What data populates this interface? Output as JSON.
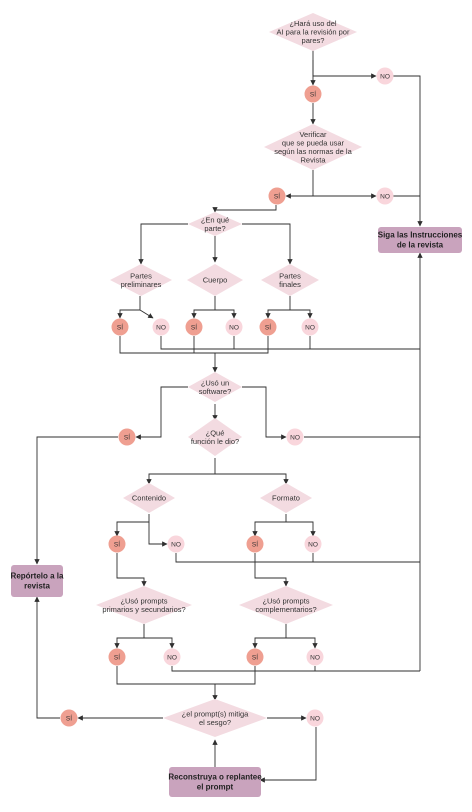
{
  "colors": {
    "diamond": "#f3dbe1",
    "yes_circle": "#ef9f91",
    "no_circle": "#f9d6dc",
    "box": "#c9a3bd",
    "line": "#2f2f2f"
  },
  "diamonds": {
    "q1": [
      "¿Hará uso del",
      "AI para la revisión por",
      "pares?"
    ],
    "q2": [
      "Verificar",
      "que se pueda usar",
      "según las normas de la",
      "Revista"
    ],
    "q3": [
      "¿En qué",
      "parte?"
    ],
    "q3a": [
      "Partes",
      "preliminares"
    ],
    "q3b": [
      "Cuerpo"
    ],
    "q3c": [
      "Partes",
      "finales"
    ],
    "q4": [
      "¿Usó un",
      "software?"
    ],
    "q5": [
      "¿Qué",
      "función le dio?"
    ],
    "q6a": [
      "Contenido"
    ],
    "q6b": [
      "Formato"
    ],
    "q7a": [
      "¿Usó prompts",
      "primarios  y secundarios?"
    ],
    "q7b": [
      "¿Usó prompts",
      "complementarios?"
    ],
    "q8": [
      "¿el prompt(s) mitiga",
      "el sesgo?"
    ]
  },
  "labels": {
    "yes": "SÍ",
    "no": "NO"
  },
  "boxes": {
    "instructions": [
      "Siga las Instrucciones",
      "de la revista"
    ],
    "report": [
      "Repórtelo a la",
      "revista"
    ],
    "rebuild": [
      "Reconstruya o replantee",
      "el prompt"
    ]
  }
}
